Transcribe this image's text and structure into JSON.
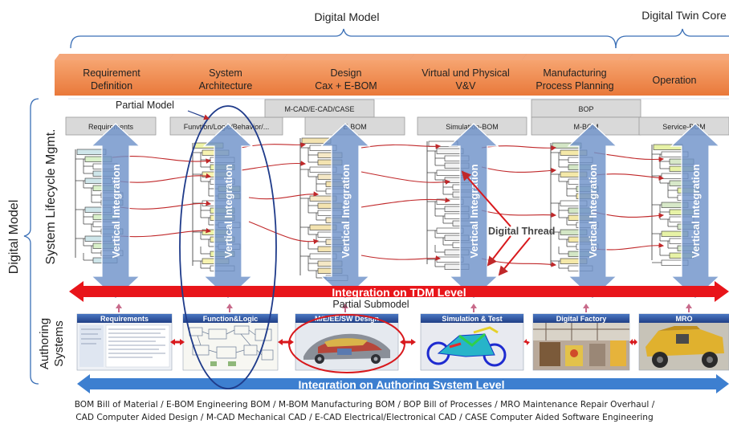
{
  "header": {
    "digital_model": "Digital Model",
    "digital_twin_core": "Digital Twin Core"
  },
  "phases": [
    {
      "line1": "Requirement",
      "line2": "Definition"
    },
    {
      "line1": "System",
      "line2": "Architecture"
    },
    {
      "line1": "Design",
      "line2": "Cax + E-BOM"
    },
    {
      "line1": "Virtual und Physical",
      "line2": "V&V"
    },
    {
      "line1": "Manufacturing",
      "line2": "Process Planning"
    },
    {
      "line1": "Operation",
      "line2": ""
    }
  ],
  "side_labels": {
    "digital_model": "Digital Model",
    "lifecycle": "System Lifecycle Mgmt.",
    "authoring_line1": "Authoring",
    "authoring_line2": "Systems"
  },
  "bom_labels": {
    "requirements": "Requirements",
    "function_logic": "Funvtion/Logic/Behavior/...",
    "mcad": "M-CAD/E-CAD/CASE",
    "ebom": "E-BOM",
    "simulation": "Simulation-BOM",
    "bop": "BOP",
    "mbom": "M-BOM",
    "service": "Service-BOM"
  },
  "annotations": {
    "partial_model": "Partial Model",
    "digital_thread": "Digital Thread",
    "partial_submodel": "Partial Submodel",
    "vertical_integration": "Vertical Integration"
  },
  "bars": {
    "tdm": "Integration on TDM Level",
    "authoring": "Integration on Authoring System Level"
  },
  "authoring_tiles": [
    "Requirements",
    "Function&Logic",
    "M/E/EE/SW Design",
    "Simulation & Test",
    "Digital Factory",
    "MRO"
  ],
  "footer": {
    "line1": "BOM Bill of Material / E-BOM Engineering BOM / M-BOM Manufacturing BOM / BOP Bill of Processes  / MRO Maintenance Repair Overhaul /",
    "line2": "CAD Computer Aided Design / M-CAD Mechanical CAD / E-CAD Electrical/Electronical CAD / CASE Computer Aided Software Engineering"
  },
  "colors": {
    "phase_orange": "#f08a4b",
    "arrow_blue": "#6f92c9",
    "tdm_red": "#e8151a",
    "authoring_blue": "#3d7fd0",
    "ellipse_navy": "#1f3b8a",
    "ellipse_red": "#d8191d"
  }
}
